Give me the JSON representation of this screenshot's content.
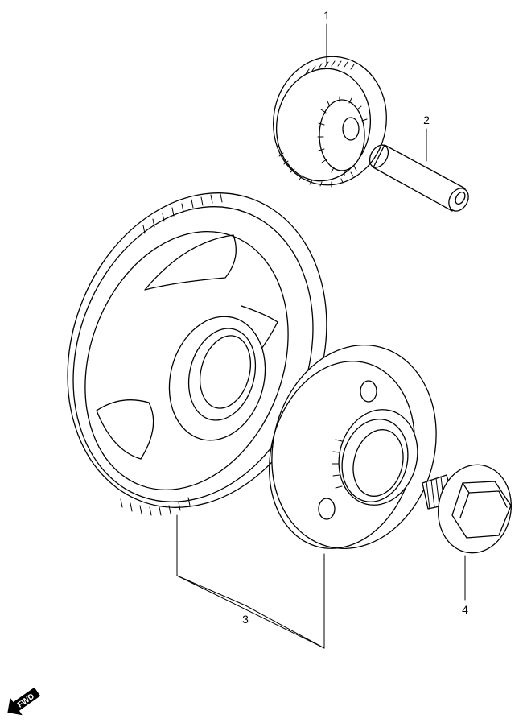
{
  "parts": [
    {
      "number": "1"
    },
    {
      "number": "2"
    },
    {
      "number": "3"
    },
    {
      "number": "4"
    }
  ],
  "direction_marker": {
    "label": "FWD",
    "icon": "forward-arrow-icon"
  }
}
